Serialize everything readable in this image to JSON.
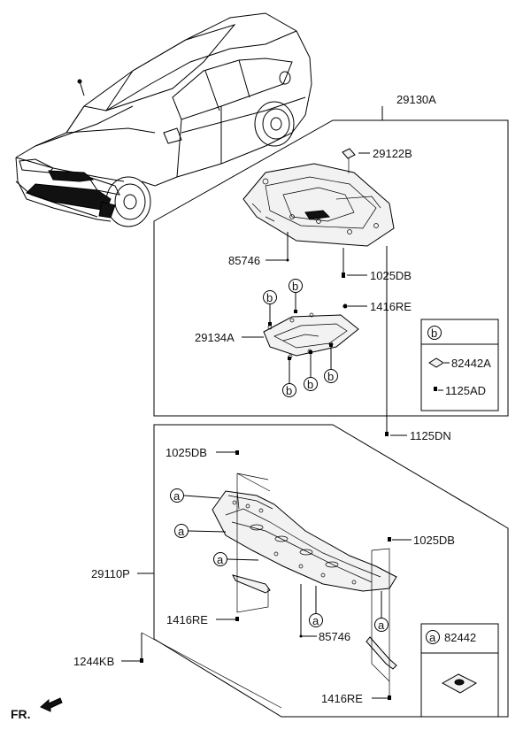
{
  "labels": {
    "assy_upper": "29130A",
    "bracket": "29122B",
    "upper_cover": "85746",
    "upper_bolt": "1025DB",
    "upper_clip": "1416RE",
    "small_cover": "29134A",
    "legend_b_part1": "82442A",
    "legend_b_part2": "1125AD",
    "bolt_dn": "1125DN",
    "lower_bolt_top": "1025DB",
    "lower_assy": "29110P",
    "lower_clip_left": "1416RE",
    "lower_bolt_right": "1025DB",
    "lower_cover": "85746",
    "screw": "1244KB",
    "lower_clip_right": "1416RE",
    "legend_a_part": "82442",
    "front_label": "FR."
  },
  "callouts": {
    "a": "a",
    "b": "b"
  }
}
